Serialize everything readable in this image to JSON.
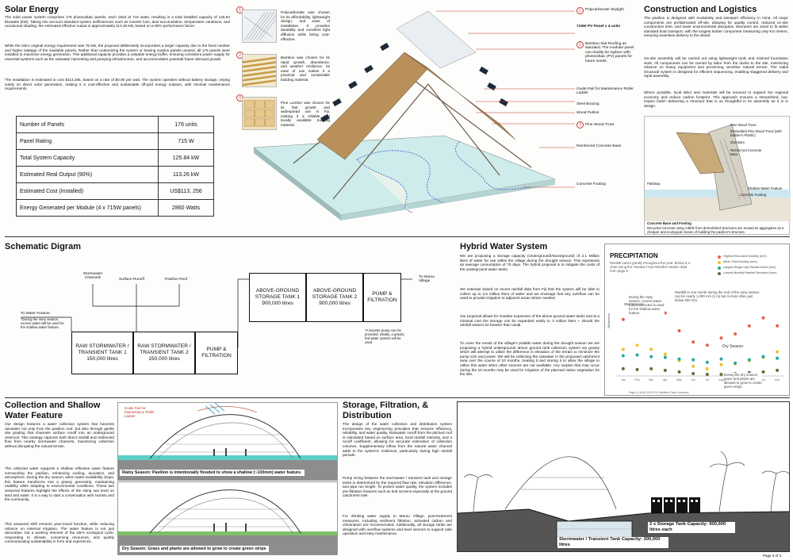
{
  "solar": {
    "title": "Solar Energy",
    "p1": "The solar power system comprises 176 photovoltaic panels, each rated at 715 watts, resulting in a total installed capacity of 125.84 kilowatts (kW). Taking into account standard system inefficiencies such as inverter loss, dust accumulation, temperature variations, and occasional shading, the estimated effective output is approximately 113.26 kW, based on a 90% performance factor.",
    "p2": "While the site's original energy requirement was 75 kW, the proposal deliberately incorporates a larger capacity due to the fixed number and higher wattage of the available panels. Rather than undersizing the system or leaving surplus panels unused, all 176 panels were installed to maximize energy generation. This additional capacity provides a valuable energy buffer, ensuring consistent power supply for essential systems such as the rainwater harvesting and pumping infrastructure, and accommodates potential future demand growth.",
    "p3": "The installation is estimated to cost $113,256, based on a rate of $0.90 per watt. The system operates without battery storage, relying solely on direct solar generation, making it a cost-effective and sustainable off-grid energy solution, with minimal maintenance requirements.",
    "table": [
      [
        "Number of Panels",
        "176 units"
      ],
      [
        "Panel Rating",
        "715 W"
      ],
      [
        "Total System Capacity",
        "125.84 kW"
      ],
      [
        "Estimated Real Output (90%)",
        "113.26 kW"
      ],
      [
        "Estimated Cost (Installed)",
        "US$113, 256"
      ],
      [
        "Energy Generated per Module (4 x 715W panels)",
        "2860 Watts"
      ]
    ]
  },
  "materials": {
    "polycarbonate": "Polycarbonate was chosen for its affordability, lightweight design, and ease of installation. It provides durability and excellent light diffusion while being cost-effective.",
    "bamboo": "Bamboo was chosen for its rapid growth, abundance, and weather resilience. Its ease of use makes it a practical and sustainable building material.",
    "pine": "Pine Lumber was chosen for its fast growth and widespread use in Fiji, making it a reliable and locally available building material."
  },
  "pavilion_labels": {
    "skylight": "Polycarbonate Skylight",
    "pv": "715W PV Panel x 4 units",
    "bamboo_roof": "Bamboo Slat Roofing as standard. The modular panel can readily be replace with photovoltaic (PV) panels for future needs.",
    "guide_rail": "Guide Rail for Maintenance Roller Ladder",
    "steel": "Steel Bracing",
    "purlins": "Wood Purlins",
    "truss": "Pine Wood Truss",
    "concrete_base": "Reinforced Concrete Base",
    "footing": "Concrete Footing",
    "n1": "1",
    "n2": "2",
    "n3": "3"
  },
  "construction": {
    "title": "Construction and Logistics",
    "p1": "The pavilion is designed with modularity and transport efficiency in mind. All major components are prefabricated off-site, allowing for quality control, reduced on-site construction time, and lower environmental disruption. Elements are sized to fit within standard boat transport, with the longest timber component measuring only 9.5 meters, ensuring seamless delivery to the island.",
    "p2": "On-site assembly will be carried out using lightweight tools and minimal foundation work. All components can be carried by labor from the docks to the site, minimizing reliance on heavy equipment and preserving sensitive natural terrain. The radial structural system is designed for efficient sequencing, enabling staggered delivery and rapid assembly.",
    "p3": "Where possible, local labor and materials will be sourced to support the regional economy and reduce carbon footprint. This approach ensures a streamlined, low-impact build—delivering a structure that is as thoughtful in its assembly as it is in design.",
    "detail_labels": [
      "Pine Wood Truss",
      "Embedded Pine Wood Truss (with Builder's Plastic)",
      "D16 Bars",
      "Reinforced Concrete Base",
      "Concrete Footing",
      "Pathway",
      "Shallow Water Feature"
    ],
    "detail_caption_title": "Concrete Base and Footing",
    "detail_caption": "Recycled concrete using rubble from demolished structures are reused as aggregates as a cheaper and ecological means of building the pavilion's structure."
  },
  "schematic": {
    "title": "Schematic Digram",
    "inputs": [
      "Stormwater Channels",
      "Surface Runoff",
      "Pavilion Roof"
    ],
    "to_water": "To Water Feature",
    "to_water_note": "*During the rainy season, excess water will be used for the shallow water feature.",
    "raw1": "RAW STORMWATER / TRANSIENT TANK 1 150,000 litres",
    "raw2": "RAW STORMWATER / TRANSIENT TANK 2 150,000 litres",
    "pump1": "PUMP & FILTRATION",
    "above1": "ABOVE-GROUND STORAGE TANK 1 900,000 litres",
    "above2": "ABOVE-GROUND STORAGE TANK 2 900,000 litres",
    "pump2": "PUMP & FILTRATION",
    "to_marou": "To Marou Village",
    "booster_note": "*A booster pump can be provided. Ideally, a gravity fed water system will be used"
  },
  "hybrid": {
    "title": "Hybrid Water System",
    "p1": "We are proposing a storage capacity (Underground/Aboveground) of 2.1 Million liters of water for use within the village during the drought season. This represents an average consumption of 70 days. The hybrid proposal is to mitigate the costs of the underground water tanks.",
    "p2": "We estimate based on recent rainfall data from Fiji that the system will be able to collect up to 2.5 million liters of water and we envisage that any overflow can be used to provide irrigation to adjacent areas where needed.",
    "p3": "Our proposal allows for modular expansion of the above-ground water tanks and at a minimal cost the storage can be expanded easily to 3 million liters + should the rainfall season be heavier than usual.",
    "p4": "To cover the needs of the village's potable water during the drought season we are proposing a hybrid underground/ above ground tank collection system via gravity which will attempt to utilize the difference in elevation of the terrain to minimize the pump size and power. We will be collecting the rainwater in the proposed catchment area over the course of 10 months, treating it and storing it to allow the village to utilize this water when other sources are not available. Any surplus that may occur during the 10 months may be used for irrigation of the planned native vegetation for the site."
  },
  "chart_data": {
    "type": "scatter",
    "title": "PRECIPITATION",
    "subtitle": "Rainfall varies greatly throughout the year. Below is a chart using the Yasawa-i-rara Weather Station data from page 5.",
    "ylabel": "Millimeters",
    "categories": [
      "Jan",
      "Feb",
      "Mar",
      "Apr",
      "May",
      "Jun",
      "Jul",
      "Aug",
      "Sep",
      "Oct",
      "Nov",
      "Dec"
    ],
    "ylim": [
      0,
      1100
    ],
    "series": [
      {
        "name": "Highest Recorded Monthly (mm)",
        "color": "#e8604c",
        "values": [
          700,
          900,
          980,
          780,
          560,
          420,
          380,
          470,
          520,
          620,
          720,
          620
        ]
      },
      {
        "name": "Mean Total Monthly (mm)",
        "color": "#f2c12e",
        "values": [
          330,
          380,
          330,
          270,
          190,
          120,
          90,
          140,
          150,
          190,
          230,
          300
        ]
      },
      {
        "name": "Largest Single Day Rainfall Event (mm)",
        "color": "#27a6a0",
        "values": [
          250,
          260,
          240,
          230,
          210,
          200,
          170,
          210,
          160,
          200,
          240,
          220
        ]
      },
      {
        "name": "Lowest Monthly Rainfall Recorded (mm)",
        "color": "#6b6a3e",
        "values": [
          90,
          80,
          90,
          70,
          50,
          30,
          20,
          20,
          30,
          40,
          50,
          70
        ]
      }
    ],
    "annotations": [
      "Rainfall in one month during the end of the rainy season can be nearly 1,000 mm (1 m) but is more often just below 300 mm.",
      "During the rainy season, excess water that is collected is used for the shallow water feature.",
      "Wet Season",
      "Dry Season",
      "During the dry season, grass and plants are allowed to grow to create green strips."
    ],
    "footer": "Page 5   LAND 2023 FIJI Weather Data Summary"
  },
  "collection": {
    "title": "Collection and Shallow Water Feature",
    "p1": "Our design features a water collection system that harvests rainwater not only from the pavilion roof, but also through gentle site grading that channels surface runoff into an underground reservoir. This strategy captures both direct rainfall and redirected flow from nearby stormwater channels, maximizing collection without disrupting the natural terrain.",
    "p2": "The collected water supports a shallow reflective water feature surrounding the pavilion, enhancing cooling, acoustics, and atmosphere. During the dry season, when water availability drops, this feature transforms into a grassy greenstrip, maintaining usability while adapting to environmental conditions. These two seasonal features highlight the effects of the rising sea level on land and water. It is a way to start a conversation with tourists and the community.",
    "p3": "This seasonal shift ensures year-round function, while reducing reliance on external irrigation. The water feature is not just decorative, but a working element of the site's ecological cycle, responding to climate, conserving resources, and quietly communicating sustainability in form and experience.",
    "rainy_caption": "Rainy Season: Pavilion is intentionally flooded to show a shallow (~100mm) water feature.",
    "dry_caption": "Dry Season: Grass and plants are allowed to grow to create green strips",
    "guide_rail": "Guide Rail for Maintenance Roller Ladder"
  },
  "storage": {
    "title": "Storage, Filtration, & Distribution",
    "p1": "The design of the water collection and distribution system incorporates key engineering principles that ensures efficiency, reliability, and water quality. Rainwater runoff from the pitched roof is calculated based on surface area, local rainfall intensity, and a runoff coefficient, allowing for accurate estimation of collection volumes. Supplementary inflow from the natural water channel adds to the system's resilience, particularly during high rainfall periods.",
    "p2": "Pump sizing between the stormwater / transient tank and storage tanks is determined by the required flow rate, elevation difference, and pipe run length. To protect water quality, the system includes pre-filtration features such as leaf screens especially at the ground catchment inlet.",
    "p3": "For drinking water supply to Marou Village, post-treatment measures, including sediment filtration, activated carbon and chlorination are recommended. Additionally, all storage tanks are designed with overflow systems and level sensors to support safe operation and easy maintenance."
  },
  "section": {
    "stormwater": "Stormwater / Transient Tank Capacity: 300,000 litres",
    "storage": "2 x Storage Tank Capacity: 900,000 litres each"
  },
  "page": "Page 3 of 3"
}
